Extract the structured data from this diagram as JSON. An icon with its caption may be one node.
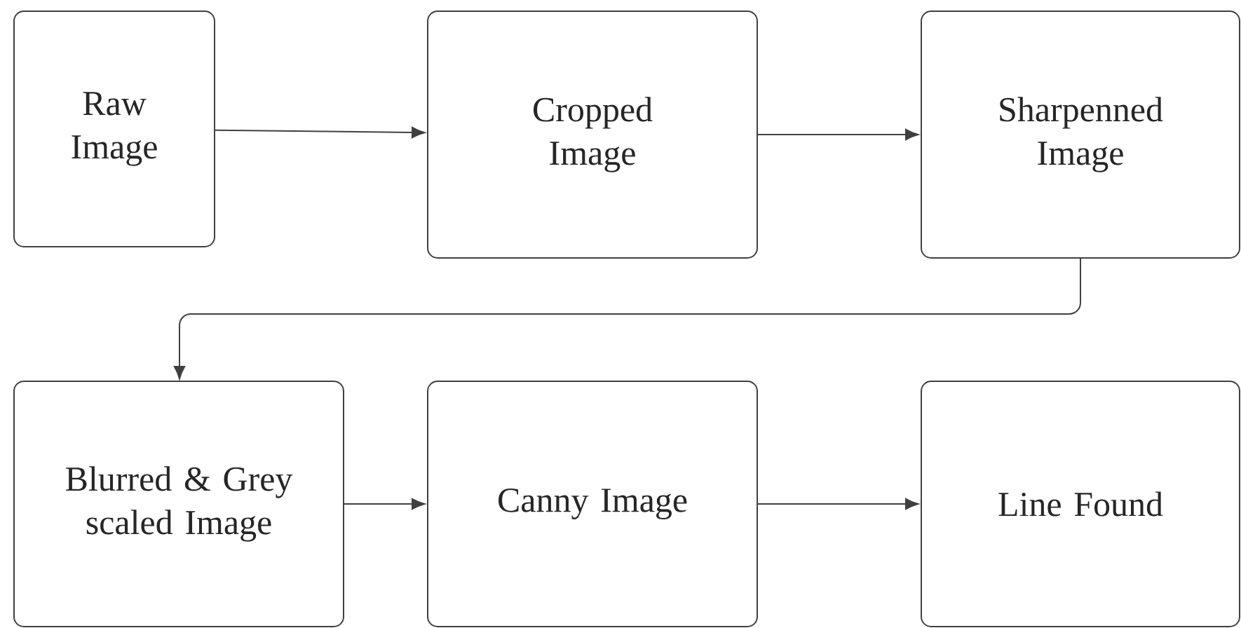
{
  "diagram": {
    "nodes": [
      {
        "text": [
          "Raw Image"
        ]
      },
      {
        "text": [
          "Cropped Image"
        ]
      },
      {
        "text": [
          "Sharpenned Image"
        ]
      },
      {
        "text": [
          "Blurred & Grey scaled Image"
        ]
      },
      {
        "text": [
          "Canny Image"
        ]
      },
      {
        "text": [
          "Line Found"
        ]
      }
    ],
    "edges": [
      {
        "from": 0,
        "to": 1,
        "arrow": "to"
      },
      {
        "from": 1,
        "to": 2,
        "arrow": "to"
      },
      {
        "from": 2,
        "to": 3,
        "arrow": "to"
      },
      {
        "from": 3,
        "to": 4,
        "arrow": "to"
      },
      {
        "from": 4,
        "to": 5,
        "arrow": "to"
      }
    ]
  }
}
